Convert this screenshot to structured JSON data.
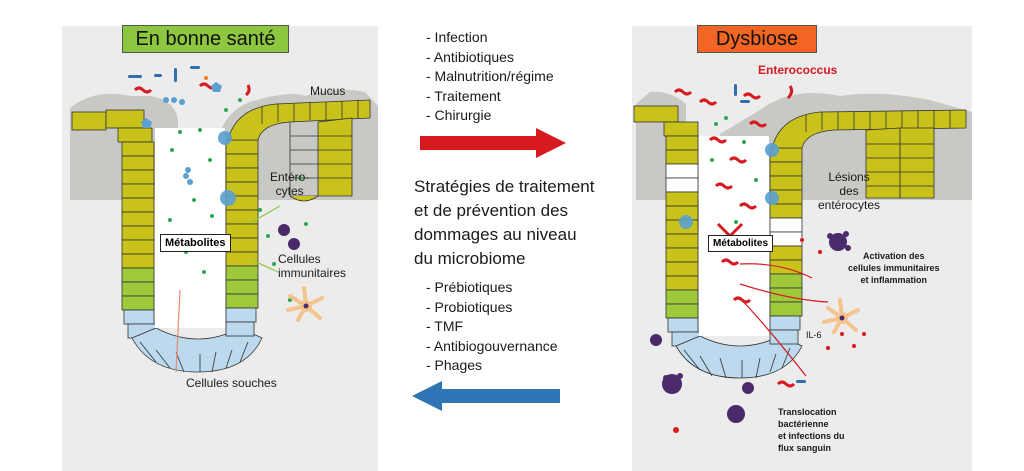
{
  "left_panel": {
    "title": "En bonne santé",
    "title_bg": "#8dc63f",
    "mucus": "Mucus",
    "enterocytes_l1": "Entéro-",
    "enterocytes_l2": "cytes",
    "metabolites": "Métabolites",
    "immune_l1": "Cellules",
    "immune_l2": "immunitaires",
    "stem_cells": "Cellules souches"
  },
  "middle": {
    "causes": [
      "- Infection",
      "- Antibiotiques",
      "- Malnutrition/régime",
      "- Traitement",
      "- Chirurgie"
    ],
    "strategy": [
      "Stratégies de traitement",
      "et de prévention des",
      "dommages au niveau",
      "du microbiome"
    ],
    "treatments": [
      "- Prébiotiques",
      "- Probiotiques",
      "- TMF",
      "- Antibiogouvernance",
      "- Phages"
    ],
    "arrow_right_color": "#d71920",
    "arrow_left_color": "#2e75b6"
  },
  "right_panel": {
    "title": "Dysbiose",
    "title_bg": "#f26522",
    "enterococcus": "Enterococcus",
    "lesions": [
      "Lésions",
      "des",
      "entérocytes"
    ],
    "metabolites": "Métabolites",
    "activation": [
      "Activation des",
      "cellules immunitaires",
      "et inflammation"
    ],
    "il6": "IL-6",
    "translocation": [
      "Translocation",
      "bactérienne",
      "et infections du",
      "flux sanguin"
    ]
  },
  "colors": {
    "enterocyte": "#c9c21a",
    "villus_light": "#9ec93a",
    "stem": "#bcd9ee",
    "mucus": "#c8c8c4",
    "bacteria_red": "#d71920",
    "bacteria_blue": "#5aa0d0",
    "immune_purple": "#4a2a6a"
  }
}
